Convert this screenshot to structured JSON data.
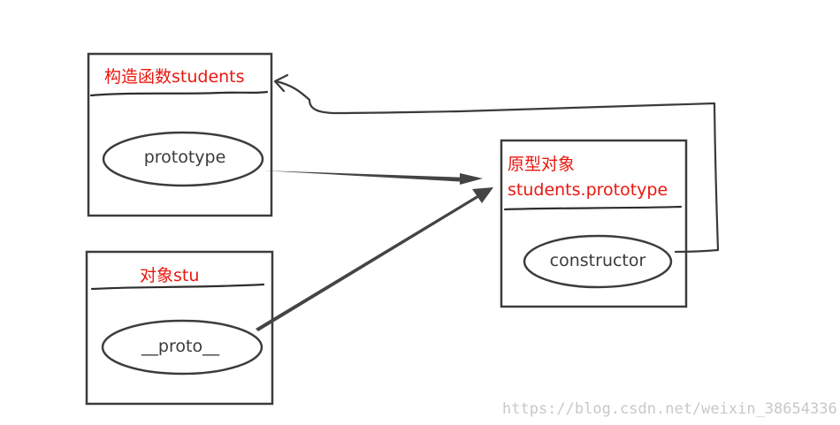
{
  "constructor_box": {
    "title": "构造函数students",
    "field": "prototype"
  },
  "instance_box": {
    "title": "对象stu",
    "field": "__proto__"
  },
  "prototype_box": {
    "title_line1": "原型对象",
    "title_line2": "students.prototype",
    "field": "constructor"
  },
  "watermark": "https://blog.csdn.net/weixin_38654336",
  "colors": {
    "title_text": "#e8170f",
    "stroke": "#3c3c3c",
    "background": "#ffffff"
  }
}
